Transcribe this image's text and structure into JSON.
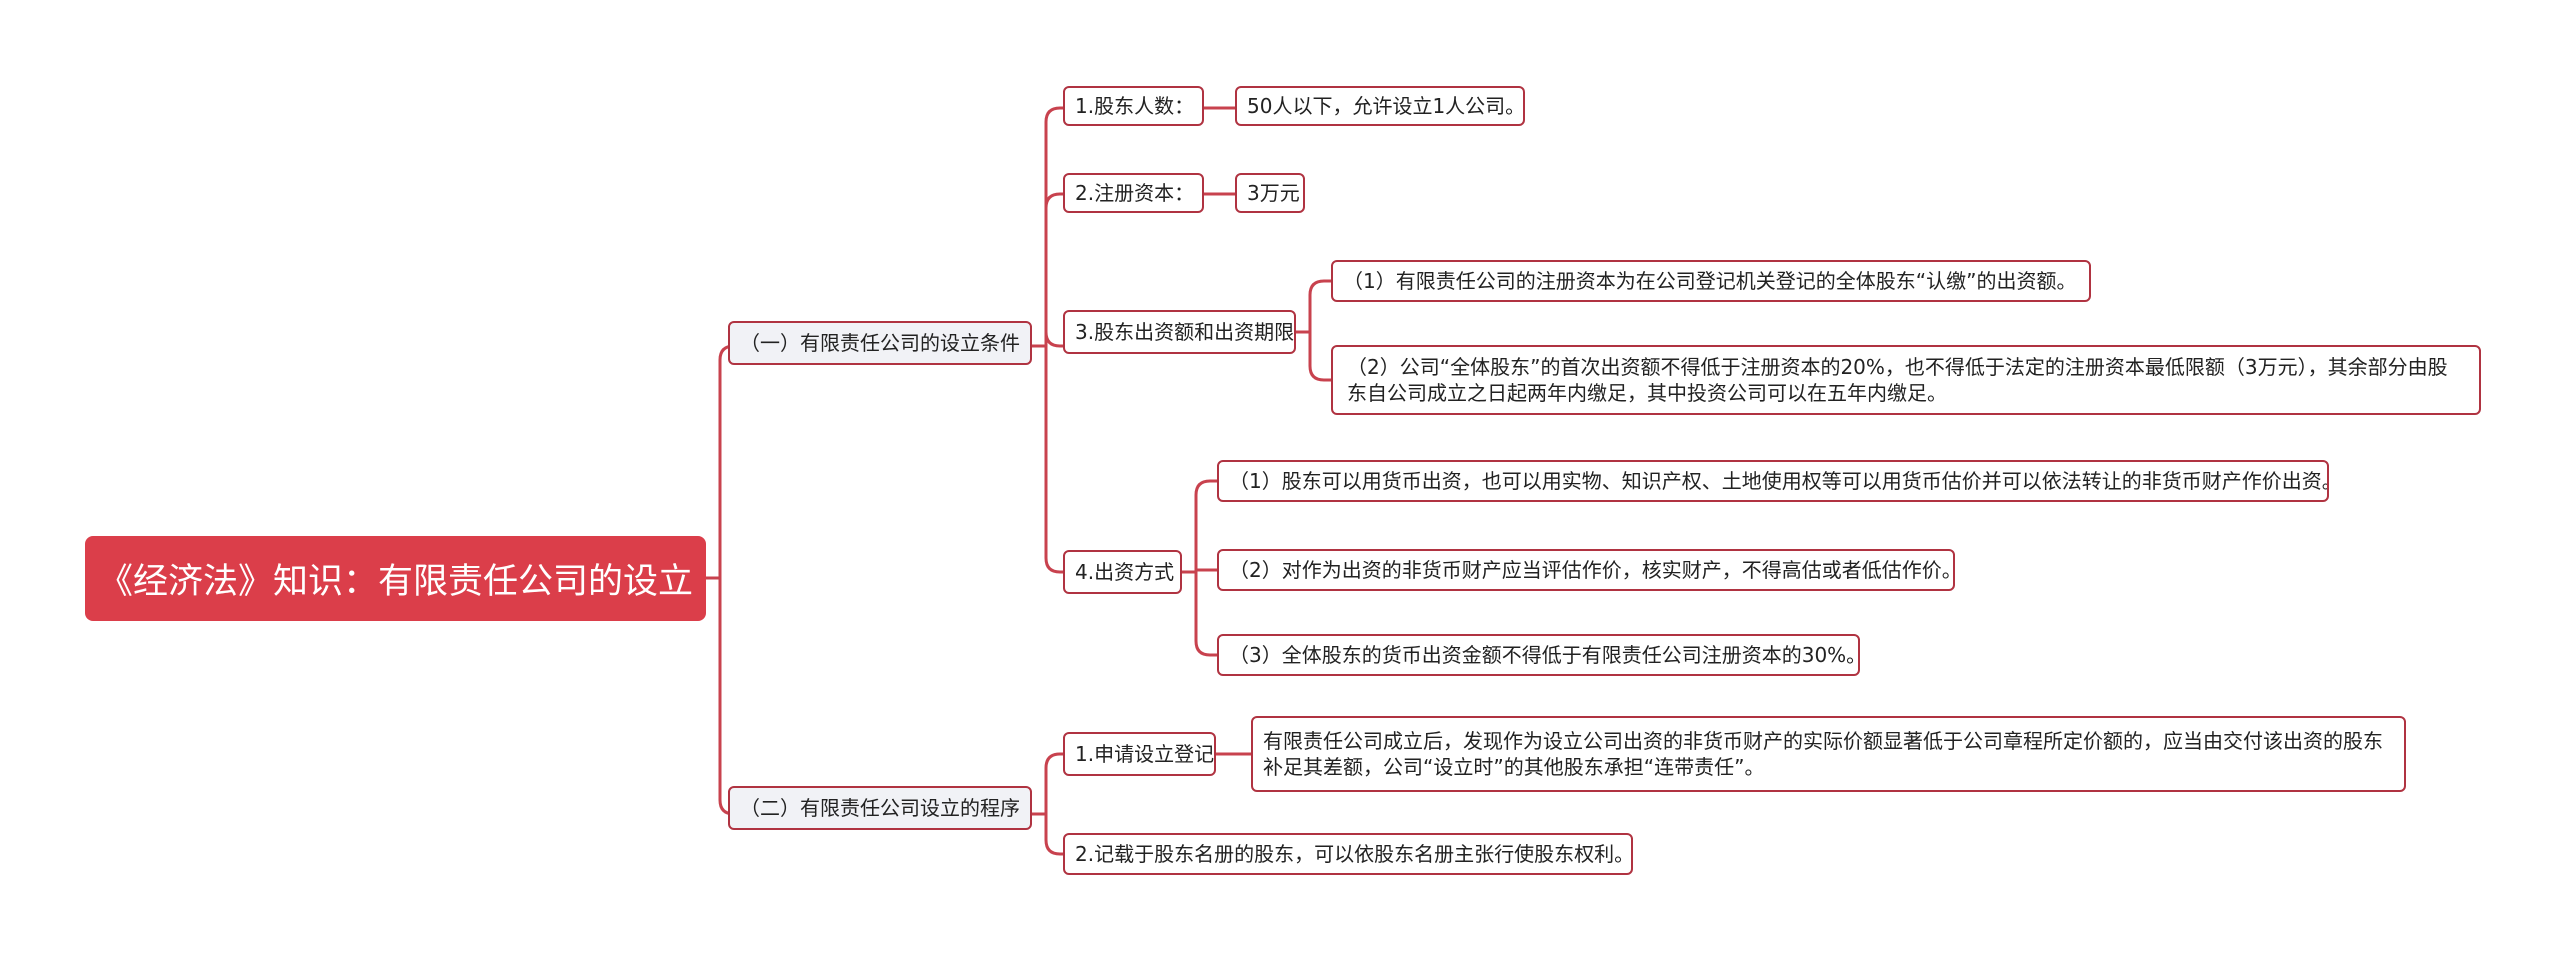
{
  "root": "《经济法》知识：有限责任公司的设立",
  "branch1": {
    "label": "（一）有限责任公司的设立条件",
    "items": {
      "i1": {
        "label": "1.股东人数：",
        "detail": "50人以下，允许设立1人公司。"
      },
      "i2": {
        "label": "2.注册资本：",
        "detail": "3万元"
      },
      "i3": {
        "label": "3.股东出资额和出资期限",
        "details": [
          "（1）有限责任公司的注册资本为在公司登记机关登记的全体股东“认缴”的出资额。",
          "（2）公司“全体股东”的首次出资额不得低于注册资本的20%，也不得低于法定的注册资本最低限额（3万元），其余部分由股东自公司成立之日起两年内缴足，其中投资公司可以在五年内缴足。"
        ]
      },
      "i4": {
        "label": "4.出资方式",
        "details": [
          "（1）股东可以用货币出资，也可以用实物、知识产权、土地使用权等可以用货币估价并可以依法转让的非货币财产作价出资。",
          "（2）对作为出资的非货币财产应当评估作价，核实财产，不得高估或者低估作价。",
          "（3）全体股东的货币出资金额不得低于有限责任公司注册资本的30%。"
        ]
      }
    }
  },
  "branch2": {
    "label": "（二）有限责任公司设立的程序",
    "items": {
      "i1": {
        "label": "1.申请设立登记",
        "detail": "有限责任公司成立后，发现作为设立公司出资的非货币财产的实际价额显著低于公司章程所定价额的，应当由交付该出资的股东补足其差额，公司“设立时”的其他股东承担“连带责任”。"
      },
      "i2": {
        "label": "2.记载于股东名册的股东，可以依股东名册主张行使股东权利。"
      }
    }
  },
  "colors": {
    "line": "#c8424e",
    "root_bg": "#db3e4a",
    "border": "#b03341",
    "gray_bg": "#f1f2f6"
  }
}
